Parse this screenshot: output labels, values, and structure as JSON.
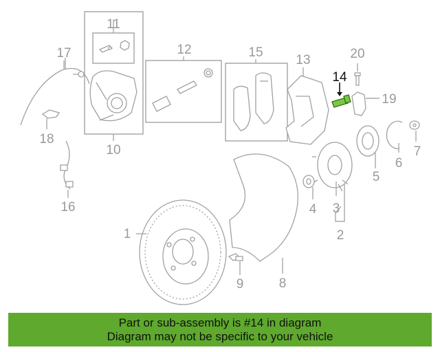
{
  "labels": {
    "1": "1",
    "2": "2",
    "3": "3",
    "4": "4",
    "5": "5",
    "6": "6",
    "7": "7",
    "8": "8",
    "9": "9",
    "10": "10",
    "11": "11",
    "12": "12",
    "13": "13",
    "14": "14",
    "15": "15",
    "16": "16",
    "17": "17",
    "18": "18",
    "19": "19",
    "20": "20"
  },
  "highlight_part": "14",
  "highlight_color": "#7ac943",
  "banner": {
    "line1": "Part or sub-assembly is #14 in diagram",
    "line2": "Diagram may not be specific to your vehicle",
    "color": "#5fa92e"
  }
}
